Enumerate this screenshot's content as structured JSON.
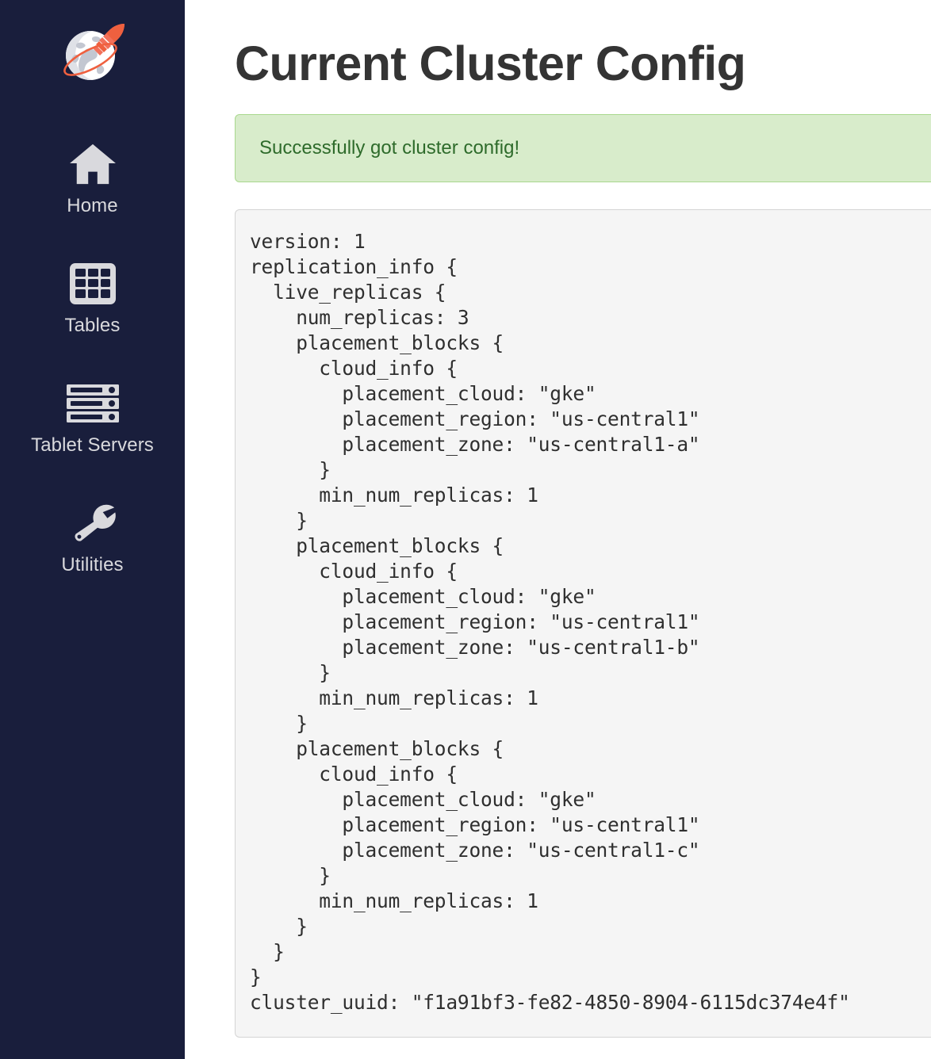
{
  "sidebar": {
    "logo_icon": "yugabyte-rocket-globe-logo",
    "items": [
      {
        "label": "Home",
        "icon": "home-icon"
      },
      {
        "label": "Tables",
        "icon": "table-grid-icon"
      },
      {
        "label": "Tablet Servers",
        "icon": "server-rack-icon"
      },
      {
        "label": "Utilities",
        "icon": "wrench-icon"
      }
    ]
  },
  "main": {
    "title": "Current Cluster Config",
    "alert": {
      "message": "Successfully got cluster config!",
      "type": "success"
    },
    "config_text": "version: 1\nreplication_info {\n  live_replicas {\n    num_replicas: 3\n    placement_blocks {\n      cloud_info {\n        placement_cloud: \"gke\"\n        placement_region: \"us-central1\"\n        placement_zone: \"us-central1-a\"\n      }\n      min_num_replicas: 1\n    }\n    placement_blocks {\n      cloud_info {\n        placement_cloud: \"gke\"\n        placement_region: \"us-central1\"\n        placement_zone: \"us-central1-b\"\n      }\n      min_num_replicas: 1\n    }\n    placement_blocks {\n      cloud_info {\n        placement_cloud: \"gke\"\n        placement_region: \"us-central1\"\n        placement_zone: \"us-central1-c\"\n      }\n      min_num_replicas: 1\n    }\n  }\n}\ncluster_uuid: \"f1a91bf3-fe82-4850-8904-6115dc374e4f\"",
    "config_values": {
      "version": 1,
      "num_replicas": 3,
      "placement_cloud": "gke",
      "placement_region": "us-central1",
      "placement_zones": [
        "us-central1-a",
        "us-central1-b",
        "us-central1-c"
      ],
      "min_num_replicas": 1,
      "cluster_uuid": "f1a91bf3-fe82-4850-8904-6115dc374e4f"
    }
  },
  "colors": {
    "sidebar_bg": "#191e3c",
    "sidebar_text": "#d9d9dd",
    "title_text": "#343434",
    "alert_bg": "#d8eccb",
    "alert_border": "#a9d88e",
    "alert_text": "#2e6b2b",
    "code_bg": "#f5f5f5",
    "code_border": "#d4d4d4",
    "code_text": "#2f2f2f",
    "accent_orange": "#ef603f"
  }
}
